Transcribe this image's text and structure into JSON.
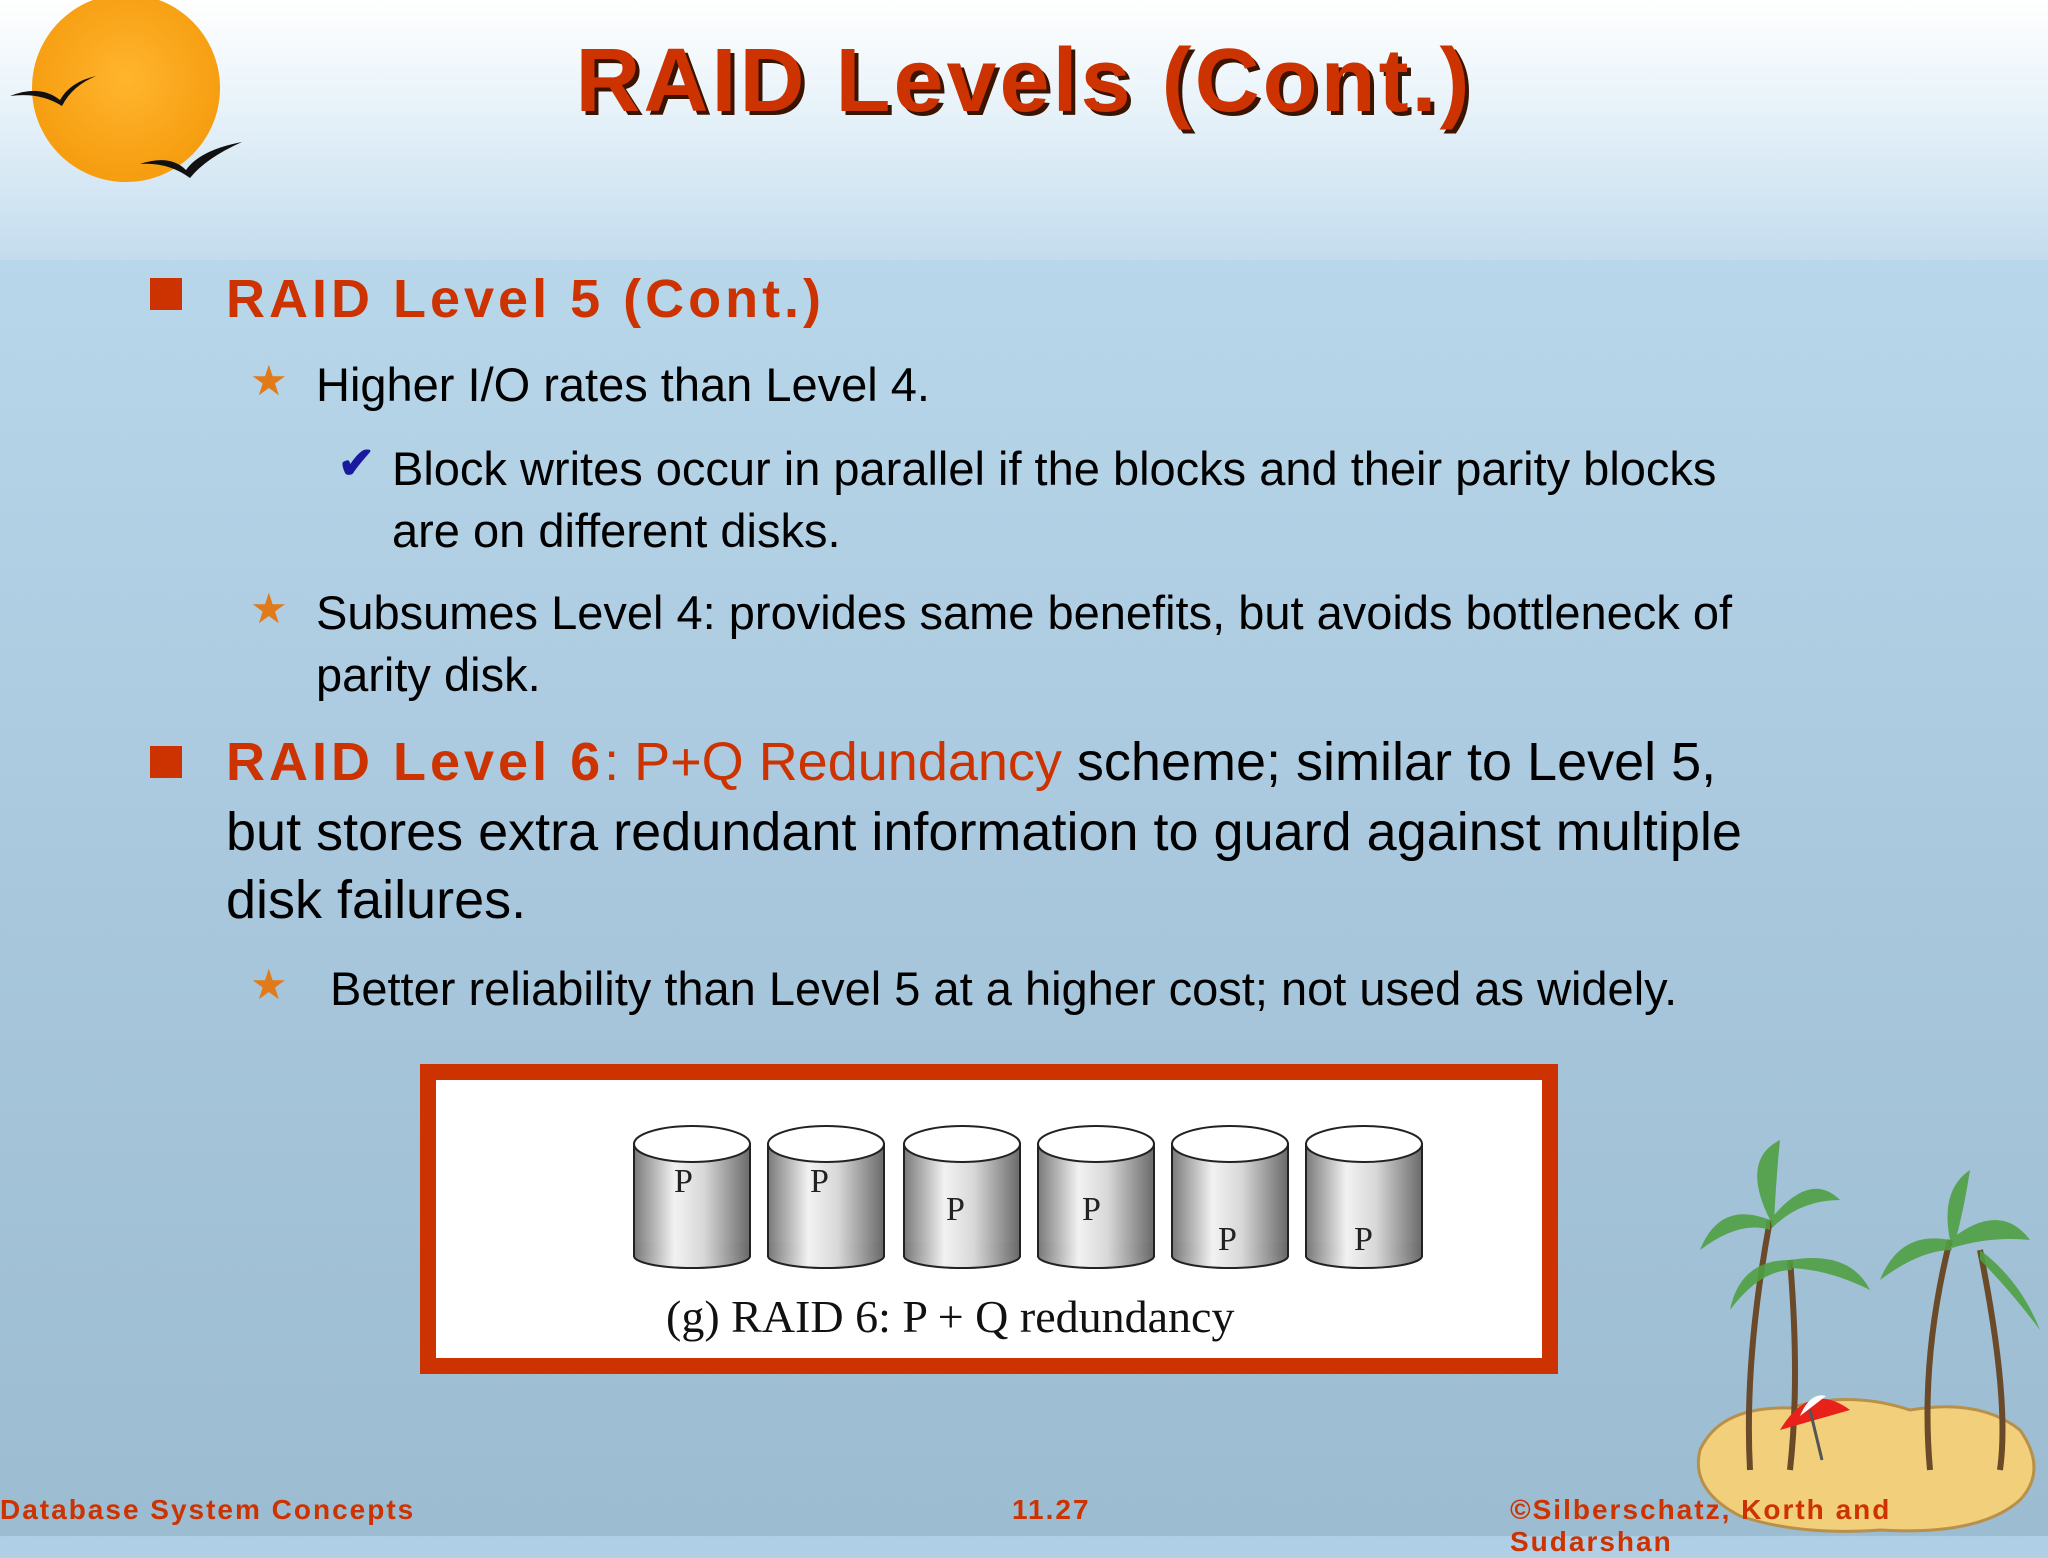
{
  "title": "RAID Levels (Cont.)",
  "items": {
    "l5_heading": "RAID Level 5 (Cont.)",
    "l5_sub1": "Higher I/O rates than Level 4.",
    "l5_sub1_detail_line1": "Block writes occur in parallel if the blocks and their parity blocks",
    "l5_sub1_detail_line2": "are on different disks.",
    "l5_sub2_line1": "Subsumes Level 4: provides same benefits, but avoids bottleneck of",
    "l5_sub2_line2": "parity disk.",
    "l6_heading": "RAID Level 6",
    "l6_colon_phrase": ": P+Q Redundancy",
    "l6_rest_line1": " scheme; similar to Level 5,",
    "l6_line2": "but stores extra redundant information to guard against multiple",
    "l6_line3": "disk failures.",
    "l6_sub1": "Better reliability than Level 5 at a higher cost; not used as widely."
  },
  "figure": {
    "disk_labels": [
      "P",
      "P",
      "P",
      "P",
      "P",
      "P"
    ],
    "caption": "(g) RAID 6: P + Q redundancy"
  },
  "footer": {
    "left": "Database System Concepts",
    "center": "11.27",
    "right": "©Silberschatz, Korth and Sudarshan"
  },
  "icons": {
    "logo": "sun-with-birds-icon",
    "decoration": "palm-island-icon",
    "bullet_level1": "square-bullet",
    "bullet_level2": "star-bullet",
    "bullet_level3": "checkmark-bullet"
  },
  "colors": {
    "accent": "#cc3300",
    "star": "#e07a1a",
    "check": "#1a1aa0"
  }
}
